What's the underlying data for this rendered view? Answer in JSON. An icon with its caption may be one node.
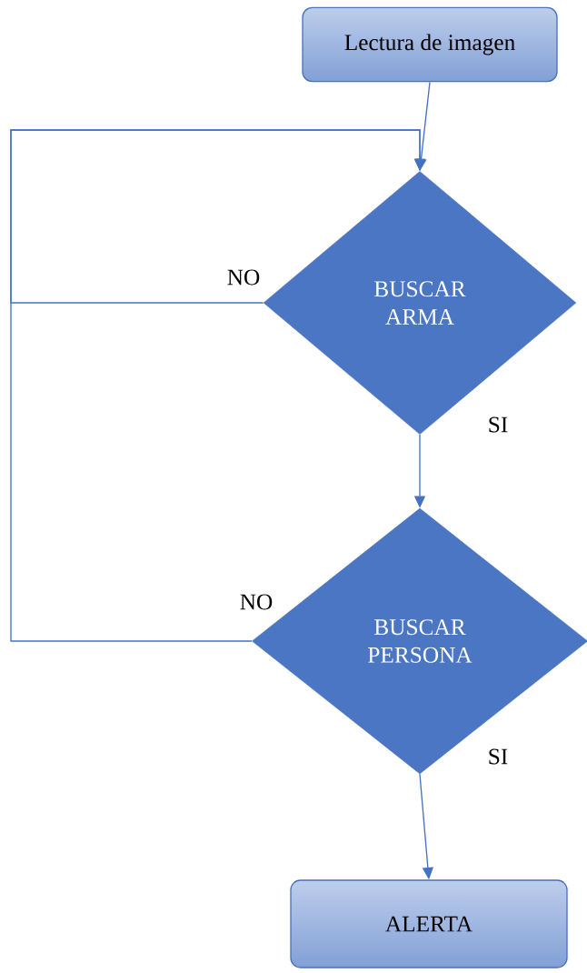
{
  "diagram": {
    "nodes": [
      {
        "text": [
          "Lectura de imagen"
        ]
      },
      {
        "text": [
          "BUSCAR ARMA"
        ]
      },
      {
        "text": [
          "BUSCAR PERSONA"
        ]
      },
      {
        "text": [
          "ALERTA"
        ]
      }
    ],
    "edges": [
      {
        "from": 0,
        "to": 1,
        "arrow": "to"
      },
      {
        "from": 1,
        "to": 1,
        "arrow": "to",
        "label": "NO"
      },
      {
        "from": 1,
        "to": 2,
        "arrow": "to",
        "label": "SI"
      },
      {
        "from": 2,
        "to": 1,
        "arrow": "to",
        "label": "NO"
      },
      {
        "from": 2,
        "to": 3,
        "arrow": "to",
        "label": "SI"
      }
    ]
  }
}
